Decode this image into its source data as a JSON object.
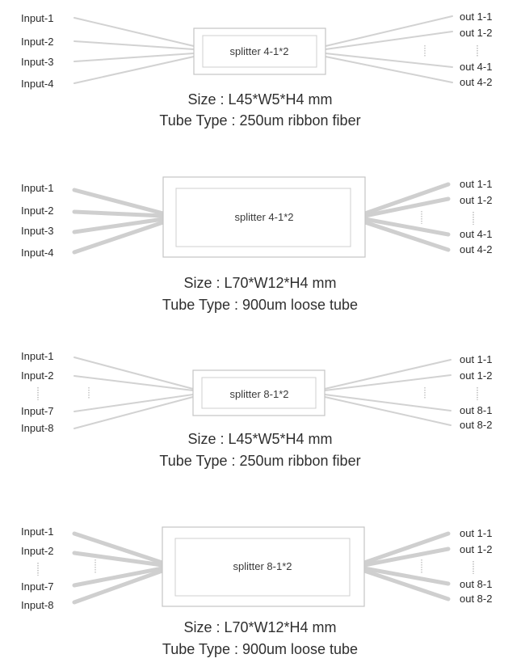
{
  "diagrams": [
    {
      "kind": "ribbon",
      "box_label": "splitter 4-1*2",
      "inputs": [
        "Input-1",
        "Input-2",
        "Input-3",
        "Input-4"
      ],
      "outputs": [
        "out 1-1",
        "out 1-2",
        "out 4-1",
        "out 4-2"
      ],
      "input_gap": false,
      "size": "Size : L45*W5*H4 mm",
      "tube": "Tube Type : 250um ribbon fiber"
    },
    {
      "kind": "loose",
      "box_label": "splitter 4-1*2",
      "inputs": [
        "Input-1",
        "Input-2",
        "Input-3",
        "Input-4"
      ],
      "outputs": [
        "out 1-1",
        "out 1-2",
        "out 4-1",
        "out 4-2"
      ],
      "input_gap": false,
      "size": "Size : L70*W12*H4 mm",
      "tube": "Tube Type : 900um loose tube"
    },
    {
      "kind": "ribbon",
      "box_label": "splitter 8-1*2",
      "inputs": [
        "Input-1",
        "Input-2",
        "Input-7",
        "Input-8"
      ],
      "outputs": [
        "out 1-1",
        "out 1-2",
        "out 8-1",
        "out 8-2"
      ],
      "input_gap": true,
      "size": "Size : L45*W5*H4 mm",
      "tube": "Tube Type : 250um ribbon fiber"
    },
    {
      "kind": "loose",
      "box_label": "splitter 8-1*2",
      "inputs": [
        "Input-1",
        "Input-2",
        "Input-7",
        "Input-8"
      ],
      "outputs": [
        "out 1-1",
        "out 1-2",
        "out 8-1",
        "out 8-2"
      ],
      "input_gap": true,
      "size": "Size : L70*W12*H4 mm",
      "tube": "Tube Type : 900um loose tube"
    }
  ],
  "colors": {
    "ribbon_fiber": "#d2d2d2",
    "loose_fiber": "#cfcfcf",
    "box_stroke": "#c4c4c4",
    "text": "#2a2a2a"
  }
}
